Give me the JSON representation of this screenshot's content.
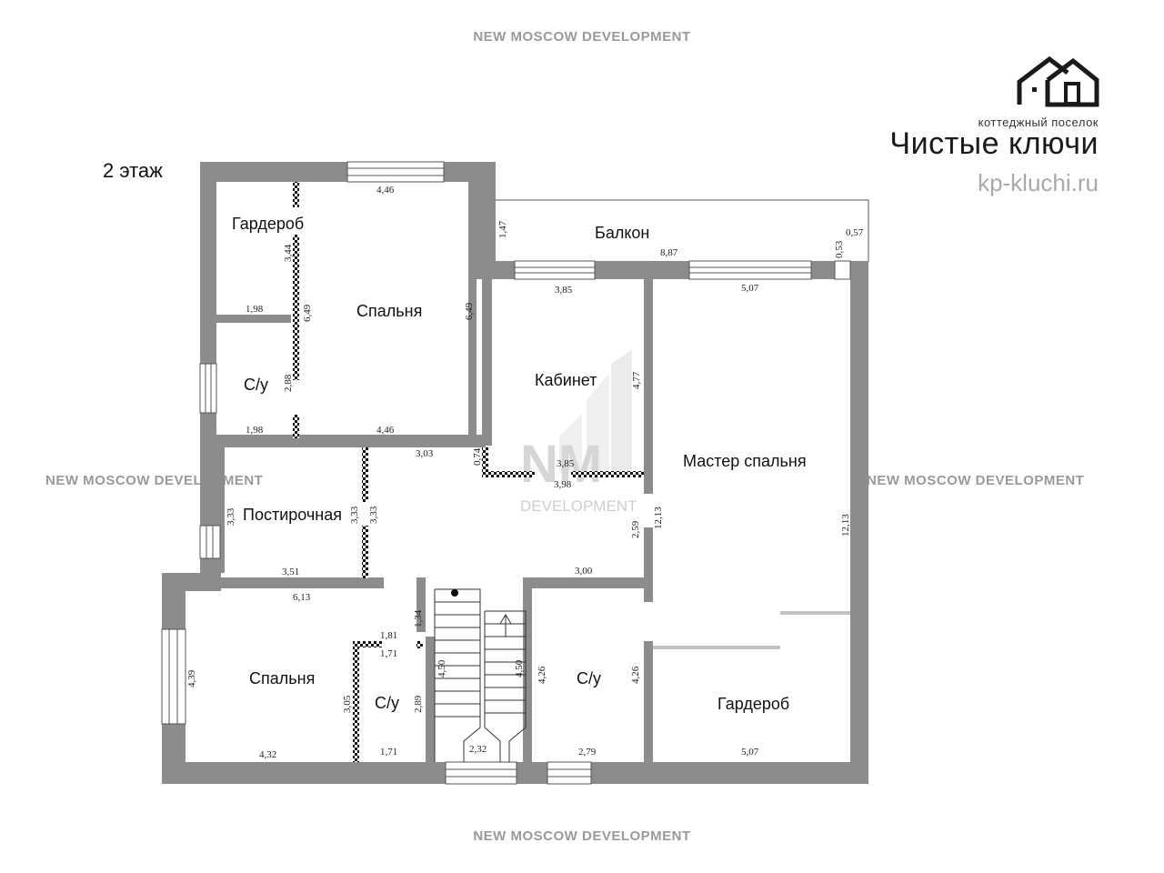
{
  "watermarks": {
    "top": "NEW MOSCOW DEVELOPMENT",
    "left": "NEW MOSCOW DEVELOPMENT",
    "right": "NEW MOSCOW DEVELOPMENT",
    "bottom": "NEW MOSCOW DEVELOPMENT"
  },
  "floor_label": "2 этаж",
  "brand": {
    "subtitle": "коттеджный поселок",
    "title": "Чистые ключи",
    "site": "kp-kluchi.ru",
    "logo_icon": "house-logo-icon"
  },
  "center_logo": {
    "letters": "NM",
    "word": "DEVELOPMENT"
  },
  "rooms": {
    "wardrobe_top": "Гардероб",
    "bedroom_top": "Спальня",
    "wc_top": "С/у",
    "balcony": "Балкон",
    "office": "Кабинет",
    "laundry": "Постирочная",
    "master_bedroom": "Мастер спальня",
    "bedroom_bottom": "Спальня",
    "wc_bottom_left": "С/у",
    "wc_bottom_mid": "С/у",
    "wardrobe_bottom": "Гардероб"
  },
  "dims": {
    "d446_top": "4,46",
    "d147": "1,47",
    "d887": "8,87",
    "d057": "0,57",
    "d053": "0,53",
    "d344": "3,44",
    "d649_inner": "6,49",
    "d649_right": "6,49",
    "d198_a": "1,98",
    "d385": "3,85",
    "d507_top": "5,07",
    "d477": "4,77",
    "d288": "2,88",
    "d198_b": "1,98",
    "d446_mid": "4,46",
    "d303": "3,03",
    "d074": "0,74",
    "d385_b": "3,85",
    "d398": "3,98",
    "d333_a": "3,33",
    "d333_b": "3,33",
    "d333_c": "3,33",
    "d1213_a": "12,13",
    "d259": "2,59",
    "d1213_b": "12,13",
    "d351": "3,51",
    "d300": "3,00",
    "d613": "6,13",
    "d134": "1,34",
    "d181": "1,81",
    "d171_a": "1,71",
    "d439": "4,39",
    "d450_a": "4,50",
    "d450_b": "4,50",
    "d426_a": "4,26",
    "d426_b": "4,26",
    "d305": "3,05",
    "d289": "2,89",
    "d432": "4,32",
    "d171_b": "1,71",
    "d232": "2,32",
    "d279": "2,79",
    "d507_bottom": "5,07"
  },
  "colors": {
    "wall": "#8c8c8c",
    "wall_light": "#bdbdbd",
    "text": "#111111"
  }
}
